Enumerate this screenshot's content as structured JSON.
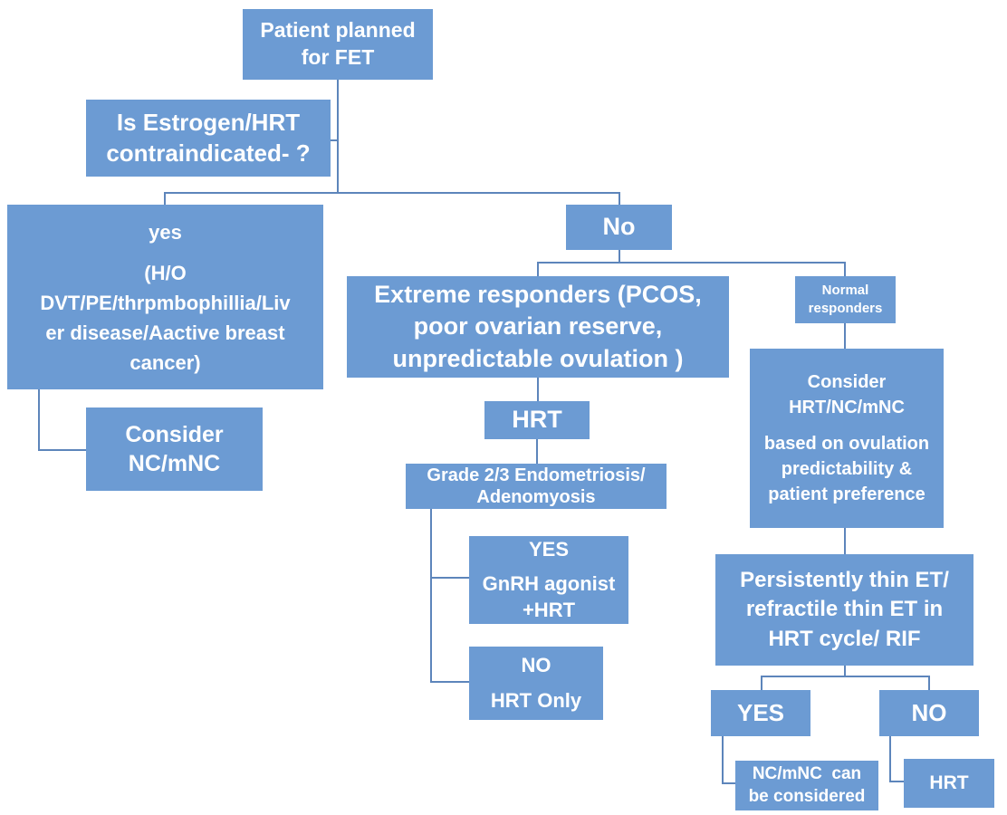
{
  "colors": {
    "box_fill": "#6C9BD3",
    "connector_line": "#5D85BB",
    "text": "#FFFFFF",
    "background": "#FFFFFF"
  },
  "nodes": {
    "patient_planned": {
      "label": "Patient planned\nfor FET"
    },
    "estrogen_contraindicated": {
      "label": "Is Estrogen/HRT\ncontraindicated- ?"
    },
    "yes_contraindicated": {
      "label": "yes",
      "label2": "(H/O\nDVT/PE/thrpmbophillia/Liv\ner disease/Aactive breast\ncancer)"
    },
    "consider_nc_mnc": {
      "label": "Consider\nNC/mNC"
    },
    "no_contraindicated": {
      "label": "No"
    },
    "extreme_responders": {
      "label": "Extreme responders (PCOS,\npoor ovarian reserve,\nunpredictable ovulation )"
    },
    "hrt": {
      "label": "HRT"
    },
    "grade_endometriosis": {
      "label": "Grade 2/3 Endometriosis/\nAdenomyosis"
    },
    "endometriosis_yes": {
      "label": "YES",
      "label2": "GnRH agonist\n+HRT"
    },
    "endometriosis_no": {
      "label": "NO",
      "label2": "HRT Only"
    },
    "normal_responders": {
      "label": "Normal\nresponders"
    },
    "consider_hrt_nc_mnc": {
      "label": "Consider\nHRT/NC/mNC",
      "label2": "based on ovulation\npredictability &\npatient preference"
    },
    "thin_et": {
      "label": "Persistently thin ET/\nrefractile thin ET in\nHRT cycle/ RIF"
    },
    "thin_et_yes": {
      "label": "YES"
    },
    "thin_et_no": {
      "label": "NO"
    },
    "nc_mnc_considered": {
      "label": "NC/mNC  can\nbe considered"
    },
    "hrt_final": {
      "label": "HRT"
    }
  },
  "edges": [
    {
      "from": "patient_planned",
      "to": "estrogen_contraindicated"
    },
    {
      "from": "estrogen_contraindicated",
      "to": "yes_contraindicated"
    },
    {
      "from": "estrogen_contraindicated",
      "to": "no_contraindicated"
    },
    {
      "from": "yes_contraindicated",
      "to": "consider_nc_mnc"
    },
    {
      "from": "no_contraindicated",
      "to": "extreme_responders"
    },
    {
      "from": "no_contraindicated",
      "to": "normal_responders"
    },
    {
      "from": "extreme_responders",
      "to": "hrt"
    },
    {
      "from": "hrt",
      "to": "grade_endometriosis"
    },
    {
      "from": "grade_endometriosis",
      "to": "endometriosis_yes"
    },
    {
      "from": "grade_endometriosis",
      "to": "endometriosis_no"
    },
    {
      "from": "normal_responders",
      "to": "consider_hrt_nc_mnc"
    },
    {
      "from": "consider_hrt_nc_mnc",
      "to": "thin_et"
    },
    {
      "from": "thin_et",
      "to": "thin_et_yes"
    },
    {
      "from": "thin_et",
      "to": "thin_et_no"
    },
    {
      "from": "thin_et_yes",
      "to": "nc_mnc_considered"
    },
    {
      "from": "thin_et_no",
      "to": "hrt_final"
    }
  ]
}
